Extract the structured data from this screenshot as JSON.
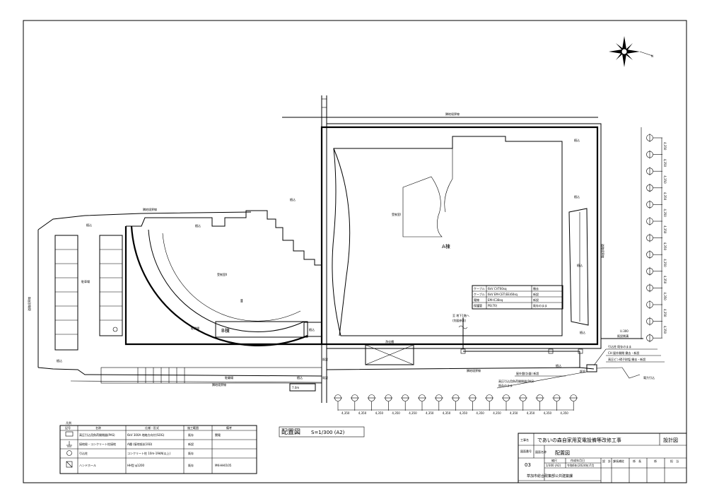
{
  "drawing": {
    "title": "配置図",
    "scale": "S=1/300 (A2)"
  },
  "buildings": {
    "a_label": "A棟",
    "b_label": "B棟",
    "control_1": "受制室Ⅰ",
    "control_2": "受制室Ⅱ",
    "bicycle_parking": "駐輪場"
  },
  "site": {
    "boundary_top": "隣地境界線",
    "boundary_left_top": "隣地境界線",
    "boundary_left": "道路境界線",
    "boundary_bottom": "隣地境界線",
    "boundary_right": "道路境界線",
    "road_boundary_bottom": "隣地境界線",
    "parking": "駐車場",
    "septic": "浄化槽",
    "trench": "U.300",
    "trench_label": "既設側溝",
    "planting": "植込",
    "planting_items": [
      "植込",
      "植込",
      "植込",
      "植込",
      "植込",
      "植込",
      "植込",
      "植込",
      "植込",
      "植込",
      "植込"
    ],
    "manhole": "既設",
    "stairs_label": "7.0m",
    "arc_label": "Ⅱ"
  },
  "cable_legend": {
    "rows": [
      [
        "ケーブル",
        "6kV CVT60sq",
        "撤去"
      ],
      [
        "ケーブル",
        "6kV EM-CET(EE)60sq",
        "新設"
      ],
      [
        "電線",
        "EM-IC38sq",
        "新設"
      ],
      [
        "保護管",
        "PE(70)",
        "既存のまま"
      ]
    ]
  },
  "notes": {
    "underground": "至 地下1階へ",
    "underground_ref": "(別図参照)",
    "pole_note_1": "引込柱 既存のまま",
    "pole_note_2": "CH 屋外開閉  撤去・新設",
    "pole_note_3": "高圧ピン碍子耐塩 撤去・新設",
    "utility": "電力引込",
    "meter_box": "屋外盤(計器) 新設",
    "hv_switch_1": "高圧引込用負荷開閉器(PAS)",
    "hv_switch_2": "既存のまま"
  },
  "grid": {
    "bottom_dims": [
      "4,350",
      "4,350",
      "4,350",
      "4,350",
      "4,350",
      "4,350",
      "4,350",
      "4,350",
      "4,350",
      "4,350",
      "4,350",
      "4,350",
      "4,350",
      "4,350"
    ],
    "right_dims": [
      "4,350",
      "4,350",
      "4,350",
      "4,350",
      "4,350",
      "4,350",
      "4,350",
      "4,350",
      "4,350",
      "4,350",
      "4,350",
      "4,350"
    ]
  },
  "symbol_legend": {
    "caption": "凡例",
    "headers": [
      "記号",
      "名称",
      "仕様・形式",
      "施工範囲",
      "備考"
    ],
    "rows": [
      [
        "",
        "高圧引込用負荷開閉器(PAS)",
        "6kV 300A 地絡方向付(SOG)",
        "既存",
        "関電"
      ],
      [
        "",
        "接地極・コンクリート柱接地",
        "A種 (接地抵抗10Ω)",
        "新設",
        ""
      ],
      [
        "",
        "引込柱",
        "コンクリート柱 10m-19kN(以上)",
        "既存",
        ""
      ],
      [
        "",
        "ハンドホール",
        "HH型 φ1200",
        "既存",
        "MK-HH0105"
      ]
    ]
  },
  "title_block": {
    "project_label": "工事名",
    "project": "であいの森自家用変電設備等改修工事",
    "doc_type": "設計図",
    "drawing_no_label": "図面番号",
    "drawing_name_label": "図面名称",
    "drawing_name": "配置図",
    "number": "03",
    "scale_label": "縮尺",
    "scale": "1/300 (A2)",
    "date_label": "作成年月日",
    "date": "令和6年(2024年)7月",
    "role_labels": [
      "設　計",
      "課長補佐",
      "係　長",
      "係",
      "担　当"
    ],
    "organization": "草加市総合政策部公共建築課"
  },
  "compass": {
    "north": "N"
  }
}
